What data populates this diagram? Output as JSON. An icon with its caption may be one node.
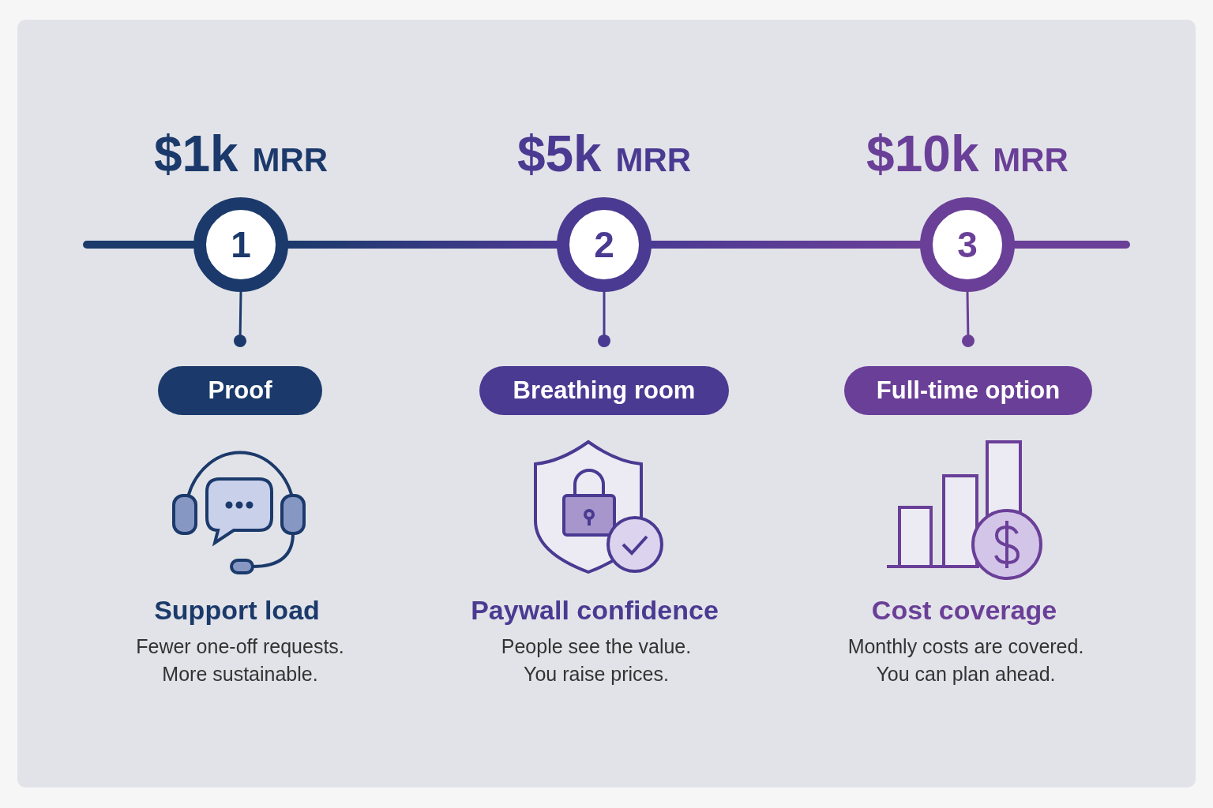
{
  "diagram": {
    "nodes": [
      {
        "text": [
          "1"
        ],
        "beside": [
          "$1k MRR"
        ]
      },
      {
        "text": [
          "2"
        ],
        "beside": [
          "$5k MRR"
        ]
      },
      {
        "text": [
          "3"
        ],
        "beside": [
          "$10k MRR"
        ]
      },
      {
        "text": [
          "Proof"
        ]
      },
      {
        "text": [
          "Breathing room"
        ]
      },
      {
        "text": [
          "Full-time option"
        ]
      }
    ],
    "edges": [
      {
        "from": null,
        "to": 0,
        "arrow": "none",
        "style": "thick"
      },
      {
        "from": 0,
        "to": 1,
        "arrow": "none",
        "style": "thick"
      },
      {
        "from": 1,
        "to": 2,
        "arrow": "none",
        "style": "thick"
      },
      {
        "from": 2,
        "to": null,
        "arrow": "none",
        "style": "thick"
      },
      {
        "from": 0,
        "to": 3,
        "arrow": "other"
      },
      {
        "from": 1,
        "to": 4,
        "arrow": "other"
      },
      {
        "from": 2,
        "to": 5,
        "arrow": "other"
      }
    ],
    "labels": [
      "Support load",
      "Fewer one-off requests. More sustainable.",
      "Paywall confidence",
      "People see the value. You raise prices.",
      "Cost coverage",
      "Monthly costs are covered. You can plan ahead."
    ]
  }
}
